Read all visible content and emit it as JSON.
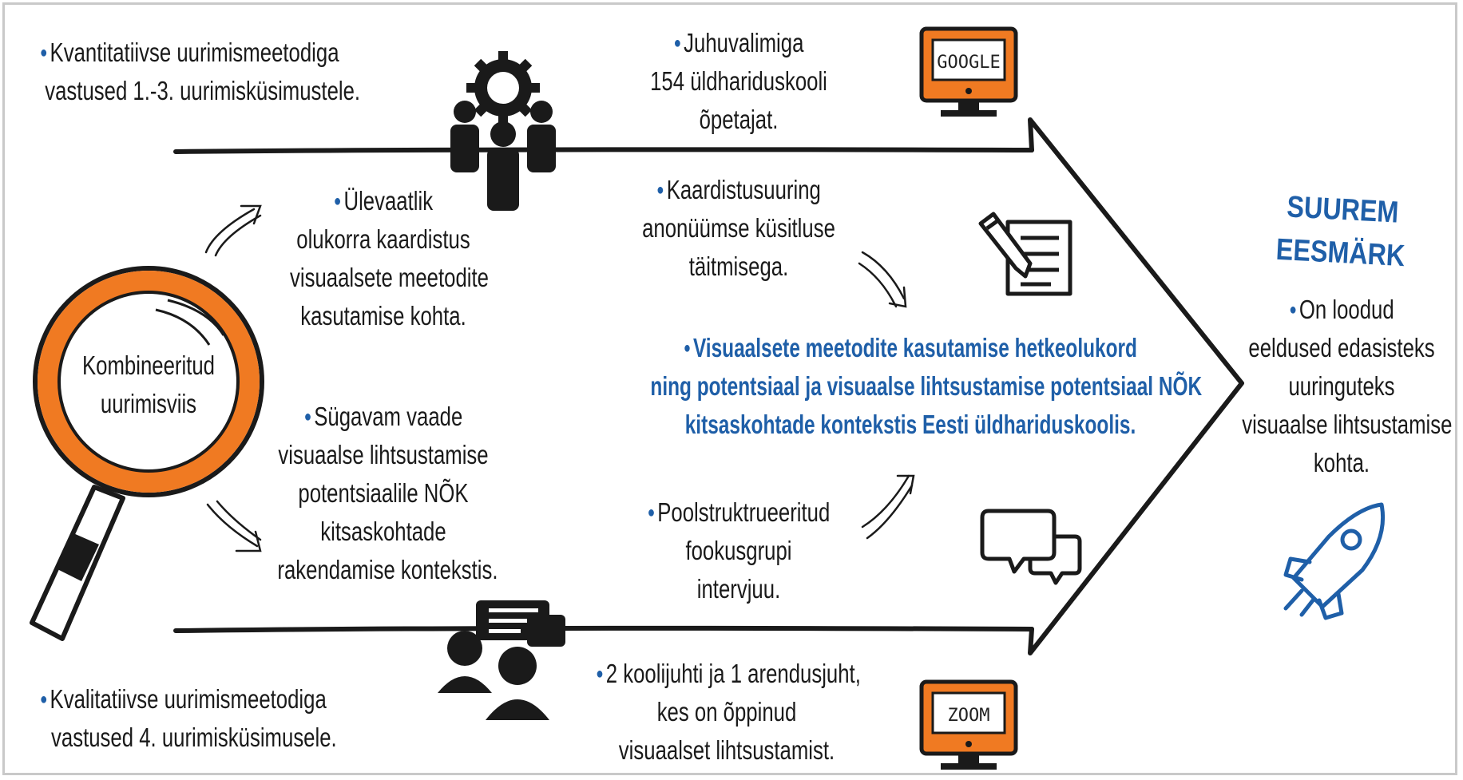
{
  "center_label": [
    "Kombineeritud",
    "uurimisviis"
  ],
  "quantitative": [
    "Kvantitatiivse uurimismeetodiga",
    "vastused 1.-3. uurimisküsimustele."
  ],
  "qualitative": [
    "Kvalitatiivse uurimismeetodiga",
    "vastused 4. uurimisküsimusele."
  ],
  "overview": [
    "Ülevaatlik",
    "olukorra kaardistus",
    "visuaalsete meetodite",
    "kasutamise kohta."
  ],
  "deeper": [
    "Sügavam vaade",
    "visuaalse lihtsustamise",
    "potentsiaalile NÕK",
    "kitsaskohtade",
    "rakendamise kontekstis."
  ],
  "sample_quant": [
    "Juhuvalimiga",
    "154 üldhariduskooli",
    "õpetajat."
  ],
  "survey": [
    "Kaardistusuuring",
    "anonüümse küsitluse",
    "täitmisega."
  ],
  "main_result": [
    "Visuaalsete meetodite kasutamise hetkeolukord",
    "ning potentsiaal ja visuaalse lihtsustamise potentsiaal NÕK",
    "kitsaskohtade kontekstis Eesti üldhariduskoolis."
  ],
  "focus_group": [
    "Poolstruktrueeritud",
    "fookusgrupi",
    "intervjuu."
  ],
  "sample_qual": [
    "2 koolijuhti ja 1 arendusjuht,",
    "kes on õppinud",
    "visuaalset lihtsustamist."
  ],
  "goal": {
    "title": [
      "SUUREM",
      "EESMÄRK"
    ],
    "text": [
      "On loodud",
      "eeldused edasisteks",
      "uuringuteks",
      "visuaalse lihtsustamise",
      "kohta."
    ]
  },
  "screens": {
    "top": "GOOGLE",
    "bottom": "ZOOM"
  },
  "icons": [
    "gear-team-icon",
    "magnifier-icon",
    "monitor-icon",
    "survey-pencil-icon",
    "chat-bubbles-icon",
    "discussion-group-icon",
    "rocket-icon",
    "arrow-icon"
  ],
  "colors": {
    "accent_blue": "#1f5fa8",
    "accent_orange": "#f07a22",
    "ink": "#1a1a1a"
  }
}
